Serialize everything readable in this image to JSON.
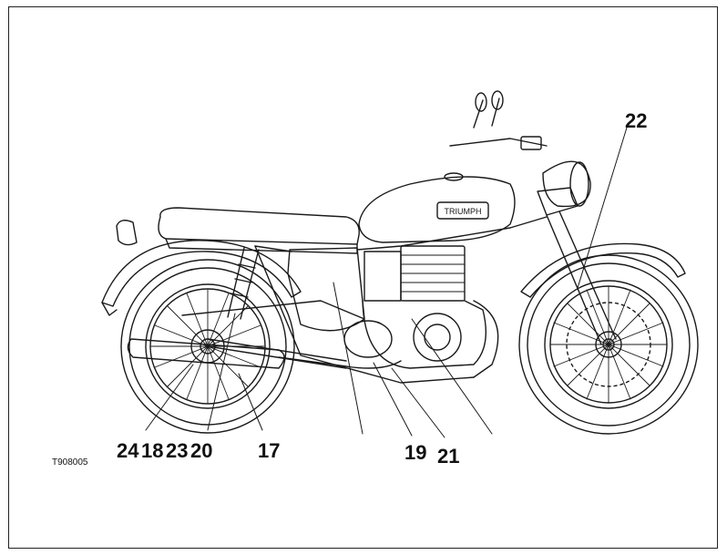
{
  "figure": {
    "code": "T908005",
    "labels": {
      "l22": "22",
      "l24": "24",
      "l18": "18",
      "l23": "23",
      "l20": "20",
      "l17": "17",
      "l19": "19",
      "l21": "21"
    },
    "tank_badge": "TRIUMPH",
    "line_color": "#1a1a1a"
  }
}
